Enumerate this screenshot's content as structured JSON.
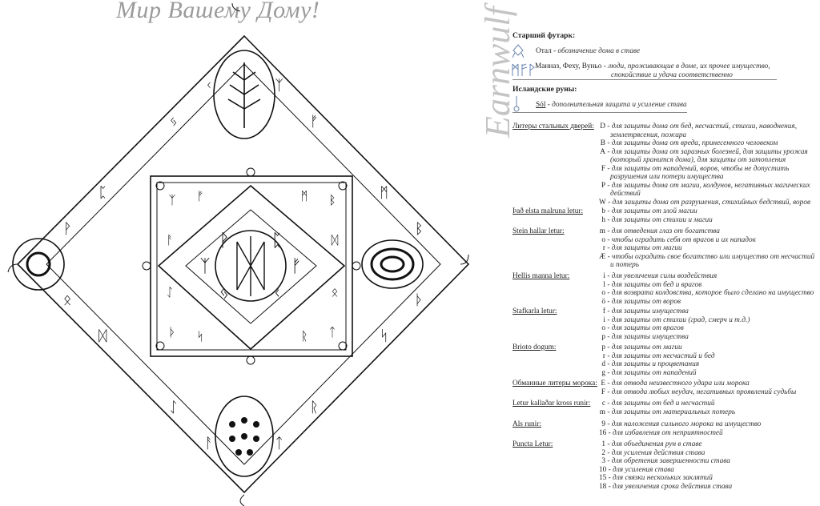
{
  "title": "Мир Вашему Дому!",
  "signature": "Earnwulf",
  "diagram": {
    "glyphs": [
      "ᛉ",
      "ᚠ",
      "ᛗ",
      "ᛒ",
      "ᚦ",
      "ᛋ",
      "ᚱ",
      "ᛏ",
      "ᚨ",
      "ᛇ",
      "ᛞ",
      "ᛟ",
      "ᚹ",
      "ᛈ",
      "ᛃ",
      "ᚲ"
    ]
  },
  "elder_futhark": {
    "heading": "Старший футарк:",
    "othal": {
      "name": "Отал",
      "desc": "обозначение дома в ставе"
    },
    "mannaz": {
      "name": "Манназ, Феху, Вуньо",
      "desc": "люди, проживающие в доме, их прочее имущество,",
      "desc2": "спокойствие и удача соответственно"
    }
  },
  "icelandic": {
    "heading": "Исландские руны:",
    "sol": {
      "name": "Sól",
      "desc": "дополнительная защита и усиление става"
    }
  },
  "sections": [
    {
      "label": "Литеры стальных дверей:",
      "items": [
        {
          "k": "D",
          "lines": [
            "для защиты дома от бед, несчастий, стихии, наводнения,",
            "землетрясения, пожара"
          ]
        },
        {
          "k": "B",
          "lines": [
            "для защиты дома от вреда, принесенного человеком"
          ]
        },
        {
          "k": "A",
          "lines": [
            "для защиты дома от заразных болезней, для защиты урожая",
            "(который хранится дома), для защиты от затопления"
          ]
        },
        {
          "k": "F",
          "lines": [
            "для защиты от нападений, воров, чтобы не допустить",
            "разрушения или потери имущества"
          ]
        },
        {
          "k": "P",
          "lines": [
            "для защиты дома от магии, колдунов, негативных магических",
            "действий"
          ]
        },
        {
          "k": "W",
          "lines": [
            "для защиты дома от разрушения, стихийных бедствий, воров"
          ]
        }
      ]
    },
    {
      "label": "Það elsta malruna letur:",
      "items": [
        {
          "k": "b",
          "lines": [
            "для защиты от злой магии"
          ]
        },
        {
          "k": "h",
          "lines": [
            "для защиты от стихии и магии"
          ]
        }
      ]
    },
    {
      "label": "Stein hallar letur:",
      "items": [
        {
          "k": "m",
          "lines": [
            "для отведения глаз от богатства"
          ]
        },
        {
          "k": "o",
          "lines": [
            "чтобы оградить себя от врагов и их нападок"
          ]
        },
        {
          "k": "r",
          "lines": [
            "для защиты от магии"
          ]
        },
        {
          "k": "Æ",
          "lines": [
            "чтобы оградить свое богатство или имущество от несчастий",
            "и потерь"
          ]
        }
      ]
    },
    {
      "label": "Hellis manna letur:",
      "items": [
        {
          "k": "i",
          "lines": [
            "для увеличения силы воздействия"
          ]
        },
        {
          "k": "l",
          "lines": [
            "для защиты от бед и врагов"
          ]
        },
        {
          "k": "o",
          "lines": [
            "для возврата колдовства, которое было сделано на имущество"
          ]
        },
        {
          "k": "ö",
          "lines": [
            "для защиты от воров"
          ]
        }
      ]
    },
    {
      "label": "Stafkarla letur:",
      "items": [
        {
          "k": "f",
          "lines": [
            "для защиты имущества"
          ]
        },
        {
          "k": "i",
          "lines": [
            "для защиты от стихии (град, смерч и т.д.)"
          ]
        },
        {
          "k": "o",
          "lines": [
            "для защиты от врагов"
          ]
        },
        {
          "k": "p",
          "lines": [
            "для защиты имущества"
          ]
        }
      ]
    },
    {
      "label": "Brioto dogum:",
      "items": [
        {
          "k": "p",
          "lines": [
            "для защиты от магии"
          ]
        },
        {
          "k": "r",
          "lines": [
            "для защиты от несчастий и бед"
          ]
        },
        {
          "k": "d",
          "lines": [
            "для защиты и процветания"
          ]
        },
        {
          "k": "g",
          "lines": [
            "для защиты от нападений"
          ]
        }
      ]
    },
    {
      "label": "Обманные литеры морока:",
      "items": [
        {
          "k": "E",
          "lines": [
            "для отвода неизвестного удара или морока"
          ]
        },
        {
          "k": "F",
          "lines": [
            "для отвода любых неудач, негативных проявлений судьбы"
          ]
        }
      ]
    },
    {
      "label": "Letur kallaðar kross runir:",
      "items": [
        {
          "k": "c",
          "lines": [
            "для защиты от бед и несчастий"
          ]
        },
        {
          "k": "m",
          "lines": [
            "для защиты от материальных потерь"
          ]
        }
      ]
    },
    {
      "label": "Als runir:",
      "items": [
        {
          "k": "9",
          "lines": [
            "для наложения сильного морока на имущество"
          ]
        },
        {
          "k": "16",
          "lines": [
            "для избавления от неприятностей"
          ]
        }
      ]
    },
    {
      "label": "Puncta Letur:",
      "items": [
        {
          "k": "1",
          "lines": [
            "для объединения рун в ставе"
          ]
        },
        {
          "k": "2",
          "lines": [
            "для усиления действия става"
          ]
        },
        {
          "k": "3",
          "lines": [
            "для обретения завершенности става"
          ]
        },
        {
          "k": "10",
          "lines": [
            "для усиления става"
          ]
        },
        {
          "k": "15",
          "lines": [
            "для связки нескольких заклятий"
          ]
        },
        {
          "k": "18",
          "lines": [
            "для увеличения срока действия става"
          ]
        }
      ]
    }
  ]
}
